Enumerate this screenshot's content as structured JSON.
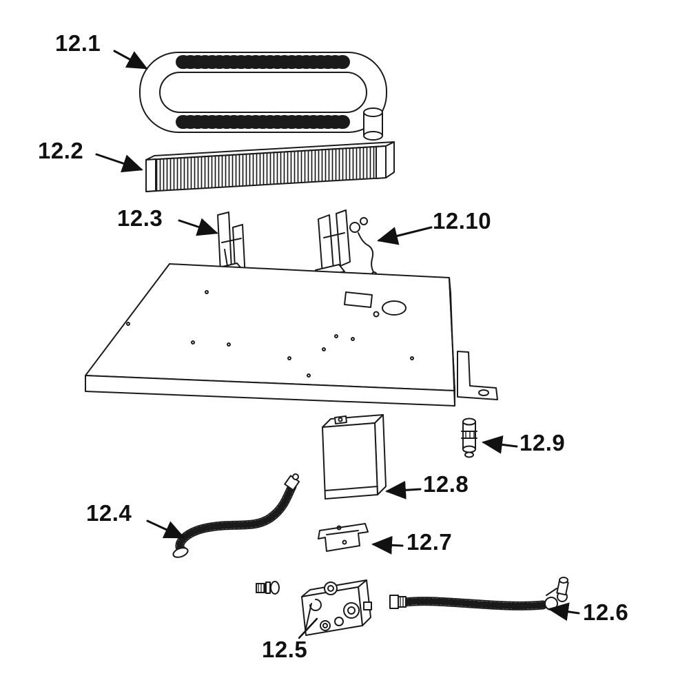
{
  "figure": {
    "type": "exploded-parts-diagram",
    "labels": [
      {
        "text": "12.1",
        "part": "burner-tube"
      },
      {
        "text": "12.2",
        "part": "louvered-grille"
      },
      {
        "text": "12.3",
        "part": "left-mounting-bracket"
      },
      {
        "text": "12.4",
        "part": "curved-flex-tube"
      },
      {
        "text": "12.5",
        "part": "gas-valve"
      },
      {
        "text": "12.6",
        "part": "flex-hose-with-fitting"
      },
      {
        "text": "12.7",
        "part": "small-bracket"
      },
      {
        "text": "12.8",
        "part": "box-bracket"
      },
      {
        "text": "12.9",
        "part": "pipe-fitting"
      },
      {
        "text": "12.10",
        "part": "pilot-bracket-assembly"
      }
    ],
    "line_color": "#1a1a1a"
  }
}
